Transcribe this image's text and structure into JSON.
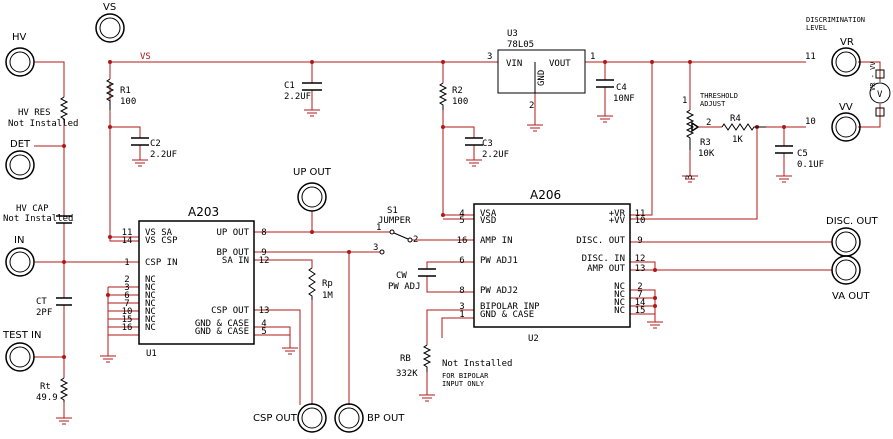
{
  "connectors": {
    "vs": "VS",
    "hv": "HV",
    "det": "DET",
    "in": "IN",
    "test_in": "TEST IN",
    "up_out": "UP OUT",
    "csp_out": "CSP OUT",
    "bp_out": "BP OUT",
    "disc_out": "DISC. OUT",
    "va_out": "VA OUT",
    "vr": "VR",
    "vv": "VV"
  },
  "net_label_vs": "VS",
  "components": {
    "r1": {
      "ref": "R1",
      "value": "100"
    },
    "c2": {
      "ref": "C2",
      "value": "2.2UF"
    },
    "c1": {
      "ref": "C1",
      "value": "2.2UF"
    },
    "r2": {
      "ref": "R2",
      "value": "100"
    },
    "c3": {
      "ref": "C3",
      "value": "2.2UF"
    },
    "u3": {
      "ref": "U3",
      "part": "78L05",
      "vin": "VIN",
      "vout": "VOUT",
      "gnd": "GND"
    },
    "c4": {
      "ref": "C4",
      "value": "10NF"
    },
    "r3": {
      "ref": "R3",
      "value": "10K"
    },
    "r4": {
      "ref": "R4",
      "value": "1K"
    },
    "c5": {
      "ref": "C5",
      "value": "0.1UF"
    },
    "hv_res": {
      "label": "HV RES",
      "note": "Not Installed"
    },
    "hv_cap": {
      "label": "HV CAP",
      "note": "Not Installed"
    },
    "ct": {
      "ref": "CT",
      "value": "2PF"
    },
    "rt": {
      "ref": "Rt",
      "value": "49.9"
    },
    "rp": {
      "ref": "Rp",
      "value": "1M"
    },
    "s1": {
      "ref": "S1",
      "label": "JUMPER"
    },
    "cw": {
      "ref": "CW",
      "label": "PW ADJ"
    },
    "rb": {
      "ref": "RB",
      "value": "332K",
      "note": "Not Installed",
      "note2": "FOR BIPOLAR",
      "note3": "INPUT ONLY"
    }
  },
  "threshold": {
    "line1": "THRESHOLD",
    "line2": "ADJUST"
  },
  "discrimination": {
    "line1": "DISCRIMINATION",
    "line2": "LEVEL"
  },
  "meter": {
    "symbol": "V",
    "label": "VR - VV"
  },
  "a203": {
    "title": "A203",
    "ref": "U1",
    "pins_left": [
      {
        "num": "11",
        "name": "VS SA"
      },
      {
        "num": "14",
        "name": "VS CSP"
      },
      {
        "num": "1",
        "name": "CSP IN"
      },
      {
        "num": "2",
        "name": "NC"
      },
      {
        "num": "3",
        "name": "NC"
      },
      {
        "num": "6",
        "name": "NC"
      },
      {
        "num": "7",
        "name": "NC"
      },
      {
        "num": "10",
        "name": "NC"
      },
      {
        "num": "15",
        "name": "NC"
      },
      {
        "num": "16",
        "name": "NC"
      }
    ],
    "pins_right": [
      {
        "num": "8",
        "name": "UP OUT"
      },
      {
        "num": "9",
        "name": "BP OUT"
      },
      {
        "num": "12",
        "name": "SA IN"
      },
      {
        "num": "13",
        "name": "CSP OUT"
      },
      {
        "num": "4",
        "name": "GND & CASE"
      },
      {
        "num": "5",
        "name": "GND & CASE"
      }
    ]
  },
  "a206": {
    "title": "A206",
    "ref": "U2",
    "pins_left": [
      {
        "num": "4",
        "name": "VSA"
      },
      {
        "num": "5",
        "name": "VSD"
      },
      {
        "num": "16",
        "name": "AMP IN"
      },
      {
        "num": "6",
        "name": "PW ADJ1"
      },
      {
        "num": "8",
        "name": "PW ADJ2"
      },
      {
        "num": "3",
        "name": "BIPOLAR INP"
      },
      {
        "num": "1",
        "name": "GND & CASE"
      }
    ],
    "pins_right": [
      {
        "num": "11",
        "name": "+VR"
      },
      {
        "num": "10",
        "name": "+VV"
      },
      {
        "num": "9",
        "name": "DISC. OUT"
      },
      {
        "num": "12",
        "name": "DISC. IN"
      },
      {
        "num": "13",
        "name": "AMP OUT"
      },
      {
        "num": "2",
        "name": "NC"
      },
      {
        "num": "7",
        "name": "NC"
      },
      {
        "num": "14",
        "name": "NC"
      },
      {
        "num": "15",
        "name": "NC"
      }
    ]
  },
  "pin_numbers": {
    "u3_in": "3",
    "u3_out": "1",
    "u3_gnd": "2",
    "s1_1": "1",
    "s1_2": "2",
    "s1_3": "3",
    "r3_1": "1",
    "r3_2": "2",
    "r3_3": "3",
    "vr_line": "11",
    "vv_line": "10"
  }
}
